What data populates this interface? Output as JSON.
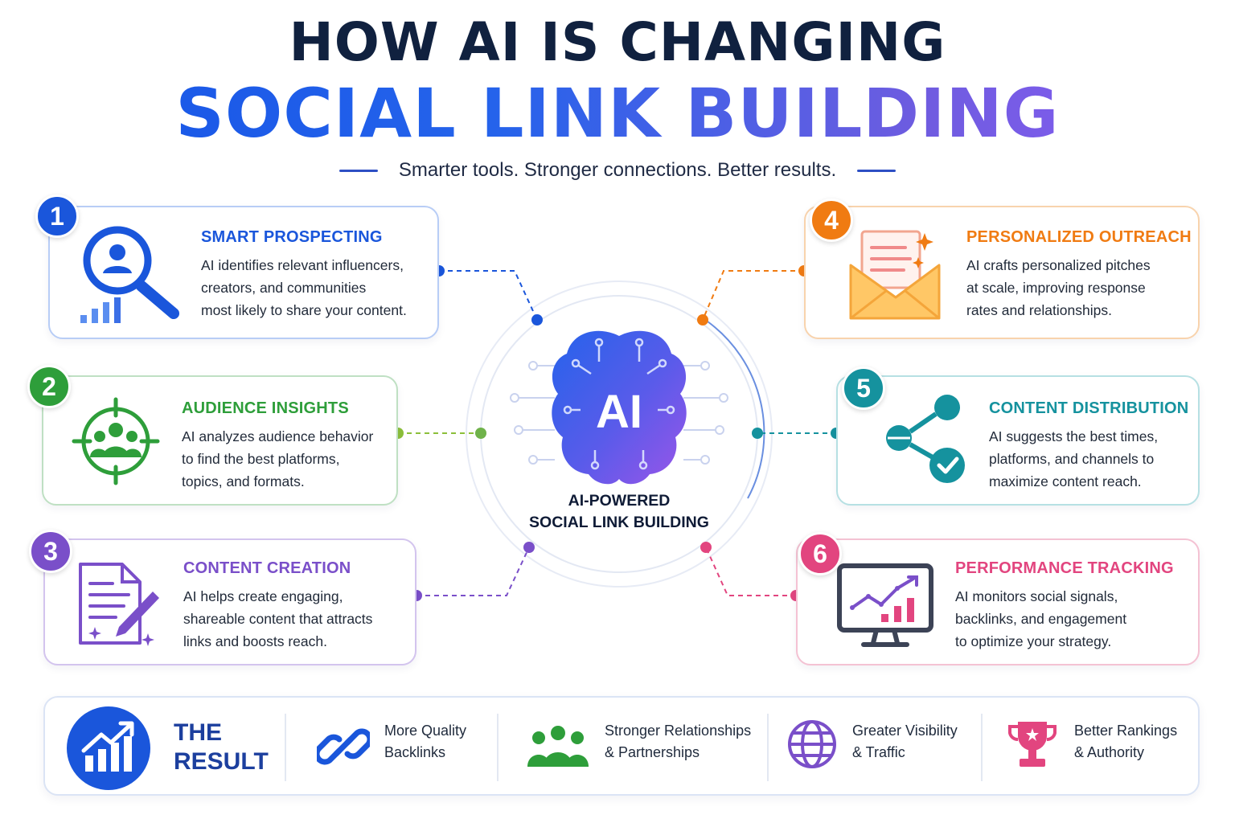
{
  "header": {
    "title_line1": "HOW AI IS CHANGING",
    "title_line2": "SOCIAL LINK BUILDING",
    "subtitle": "Smarter tools. Stronger connections. Better results."
  },
  "center": {
    "icon_text": "AI",
    "label": "AI-POWERED\nSOCIAL LINK BUILDING",
    "icon": "brain-circuit-icon"
  },
  "steps": [
    {
      "number": "1",
      "title": "SMART PROSPECTING",
      "text": "AI identifies relevant influencers,\ncreators, and communities\nmost likely to share your content.",
      "color": "#1a56db",
      "icon": "magnifier-user-icon"
    },
    {
      "number": "2",
      "title": "AUDIENCE INSIGHTS",
      "text": "AI analyzes audience behavior\nto find the best platforms,\ntopics, and formats.",
      "color": "#2e9e3a",
      "icon": "target-audience-icon"
    },
    {
      "number": "3",
      "title": "CONTENT CREATION",
      "text": "AI helps create engaging,\nshareable content that attracts\nlinks and boosts reach.",
      "color": "#7a4fc9",
      "icon": "document-pen-icon"
    },
    {
      "number": "4",
      "title": "PERSONALIZED OUTREACH",
      "text": "AI crafts personalized pitches\nat scale, improving response\nrates and relationships.",
      "color": "#f07b12",
      "icon": "envelope-letter-icon"
    },
    {
      "number": "5",
      "title": "CONTENT DISTRIBUTION",
      "text": "AI suggests the best times,\nplatforms, and channels to\nmaximize content reach.",
      "color": "#15929e",
      "icon": "share-check-icon"
    },
    {
      "number": "6",
      "title": "PERFORMANCE TRACKING",
      "text": "AI monitors social signals,\nbacklinks, and engagement\nto optimize your strategy.",
      "color": "#e2457f",
      "icon": "monitor-chart-icon"
    }
  ],
  "result": {
    "title": "THE\nRESULT",
    "icon": "growth-chart-icon",
    "items": [
      {
        "text": "More Quality\nBacklinks",
        "icon": "chain-link-icon",
        "color": "#1a56db"
      },
      {
        "text": "Stronger Relationships\n& Partnerships",
        "icon": "people-group-icon",
        "color": "#2e9e3a"
      },
      {
        "text": "Greater Visibility\n& Traffic",
        "icon": "globe-icon",
        "color": "#7a4fc9"
      },
      {
        "text": "Better Rankings\n& Authority",
        "icon": "trophy-icon",
        "color": "#e2457f"
      }
    ]
  }
}
